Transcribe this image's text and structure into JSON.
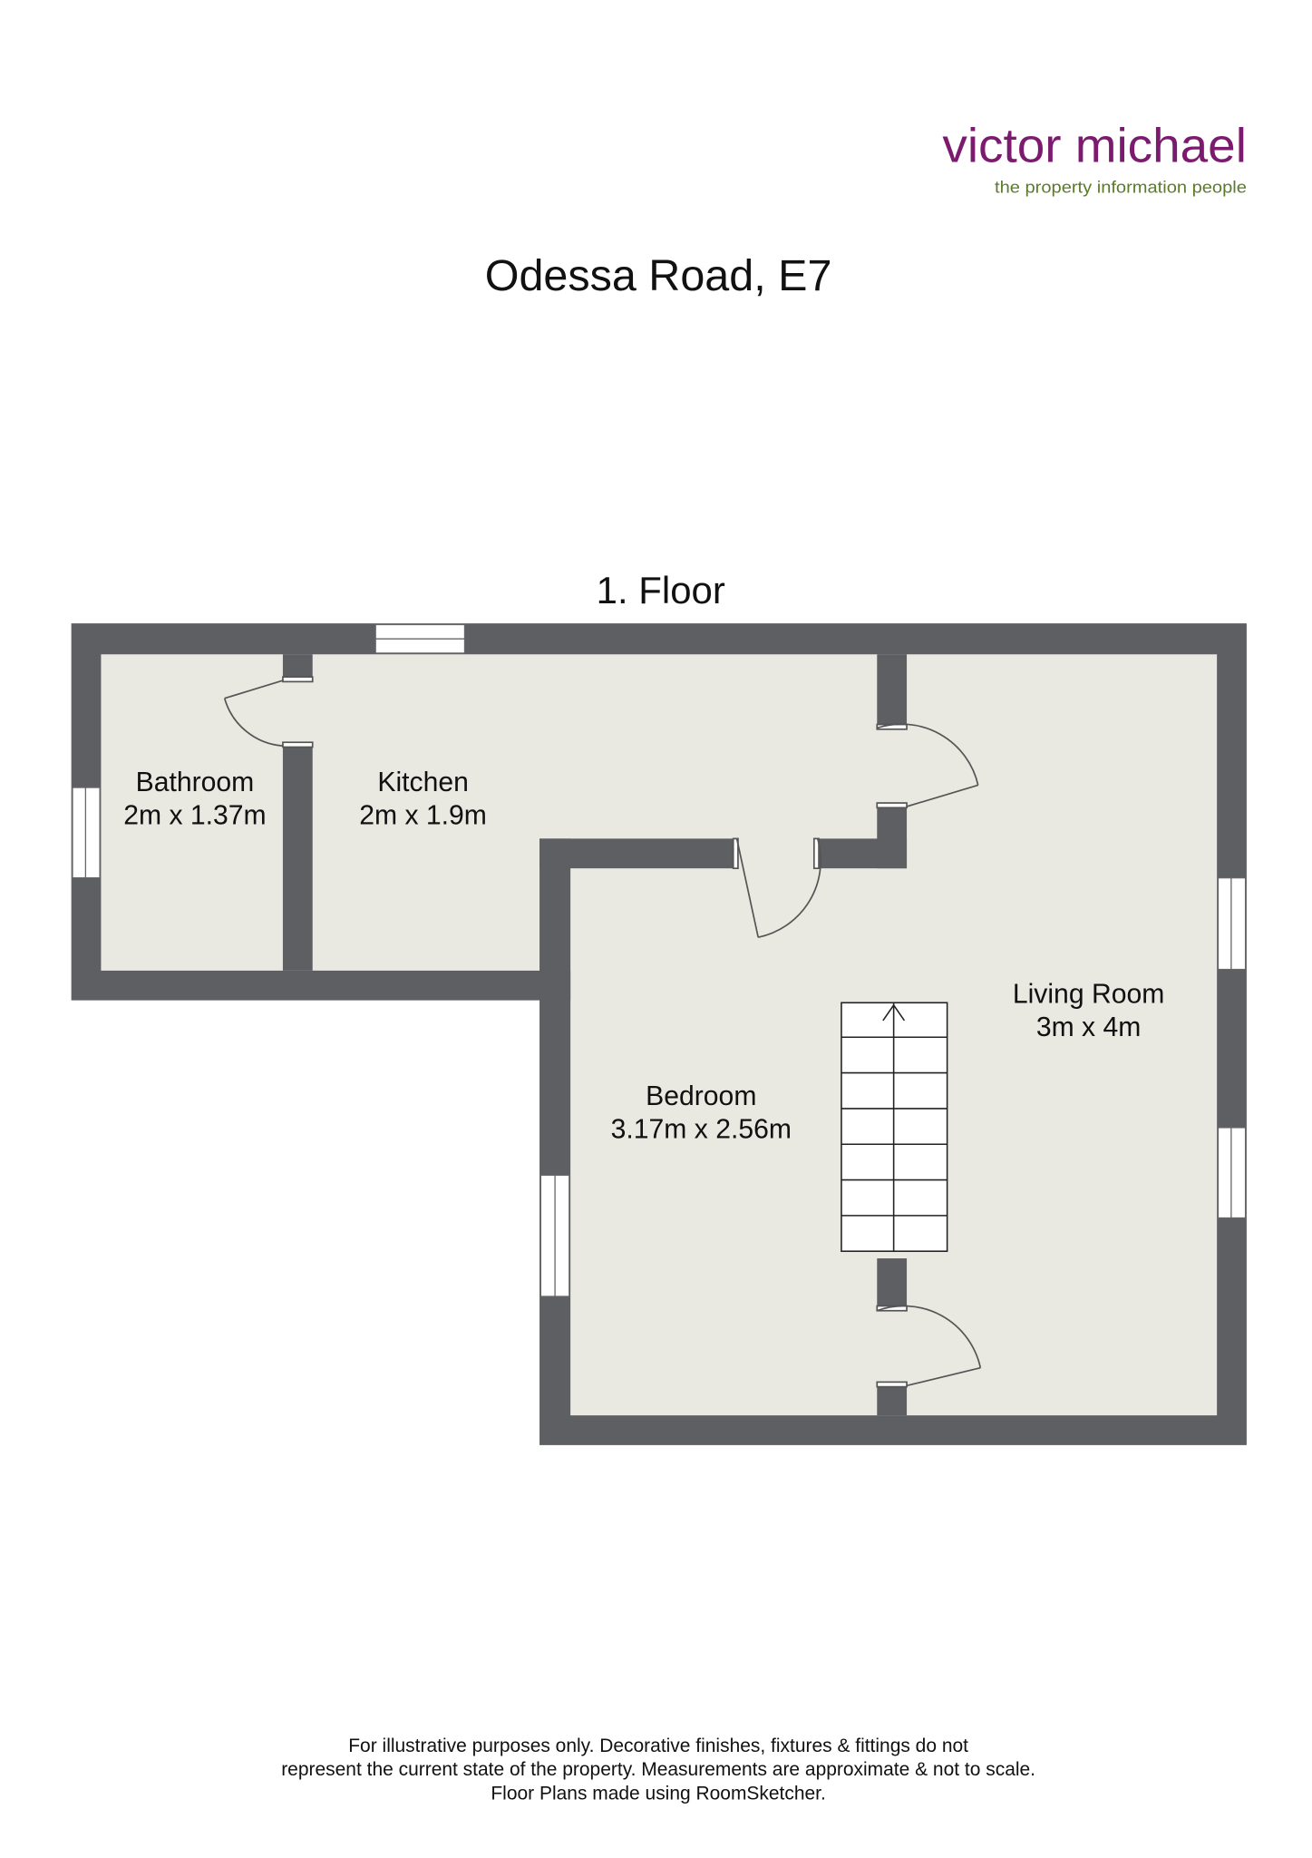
{
  "logo": {
    "brand": "victor michael",
    "tagline": "the property information people",
    "colors": {
      "brand": "#7b1a6e",
      "tagline": "#5b7b2a"
    }
  },
  "title": "Odessa Road, E7",
  "floor_label": "1. Floor",
  "rooms": [
    {
      "name": "Bathroom",
      "size": "2m x 1.37m"
    },
    {
      "name": "Kitchen",
      "size": "2m x 1.9m"
    },
    {
      "name": "Living Room",
      "size": "3m x 4m"
    },
    {
      "name": "Bedroom",
      "size": "3.17m x 2.56m"
    }
  ],
  "disclaimer": [
    "For illustrative purposes only. Decorative finishes, fixtures & fittings do not",
    "represent the current state of the property. Measurements are approximate & not to scale.",
    "Floor Plans made using RoomSketcher."
  ],
  "colors": {
    "wall": "#5d5f63",
    "floor": "#e9e9e2"
  }
}
